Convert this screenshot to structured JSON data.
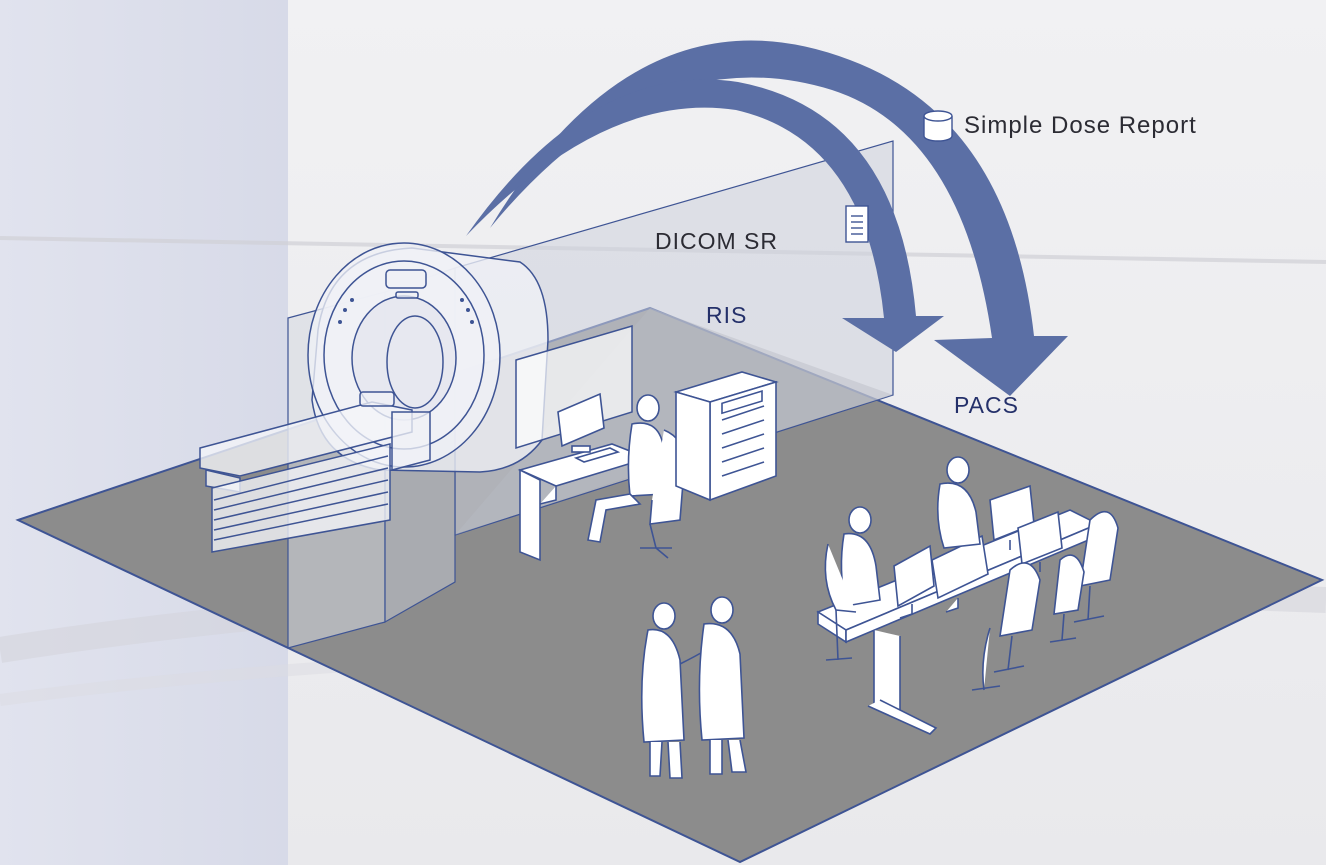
{
  "labels": {
    "simple_dose_report": "Simple Dose Report",
    "dicom_sr": "DICOM SR",
    "ris": "RIS",
    "pacs": "PACS"
  },
  "icons": {
    "dose_report": "database-cylinder-icon",
    "dicom_sr": "document-icon"
  },
  "colors": {
    "arrow": "#5b6fa5",
    "outline": "#3e5494",
    "floor": "#8c8c8c",
    "background": "#ececf0",
    "label_dark": "#2c2c34",
    "label_blue": "#24306a"
  }
}
